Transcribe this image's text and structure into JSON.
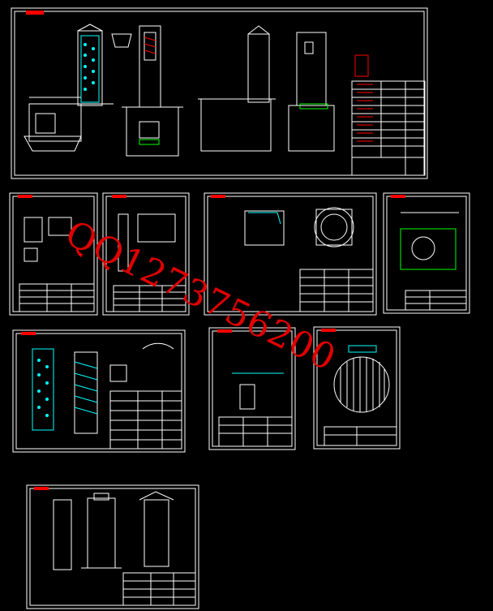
{
  "canvas": {
    "background": "#000000"
  },
  "colors": {
    "frame": "#ffffff",
    "geometry": "#ffffff",
    "accent": "#00ffff",
    "annotation": "#ff0000",
    "highlight": "#00ff00",
    "watermark": "#e00000"
  },
  "watermark": {
    "text": "QQ1273756200"
  },
  "sheets": [
    {
      "id": "assembly",
      "description": ""
    },
    {
      "id": "part-a"
    },
    {
      "id": "part-b"
    },
    {
      "id": "part-c"
    },
    {
      "id": "part-d"
    },
    {
      "id": "part-e"
    },
    {
      "id": "part-f"
    },
    {
      "id": "part-g"
    },
    {
      "id": "part-h"
    }
  ]
}
